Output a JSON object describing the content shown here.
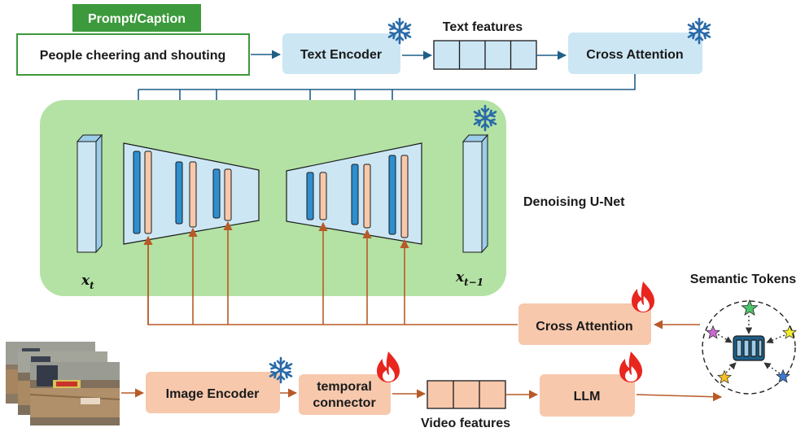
{
  "prompt": {
    "tag_label": "Prompt/Caption",
    "text": "People cheering and shouting"
  },
  "blocks": {
    "text_encoder": "Text Encoder",
    "text_features": "Text features",
    "cross_attention_top": "Cross Attention",
    "unet_label": "Denoising U-Net",
    "x_t": "x",
    "x_t_sub": "t",
    "x_t1": "x",
    "x_t1_sub": "t−1",
    "semantic_tokens": "Semantic Tokens",
    "cross_attention_bottom": "Cross Attention",
    "image_encoder": "Image Encoder",
    "temporal_connector_line1": "temporal",
    "temporal_connector_line2": "connector",
    "llm": "LLM",
    "video_features": "Video features"
  },
  "icons": {
    "frozen": "snowflake-icon",
    "trainable": "flame-icon"
  },
  "colors": {
    "blue_box": "#cce6f4",
    "salmon_box": "#f7c8ac",
    "green_tag": "#3c9a3c",
    "unet_bg": "#b3e2a4",
    "blue_arrow": "#1f5f87",
    "orange_arrow": "#b85a28",
    "snowflake": "#2a6aa8",
    "flame": "#e8261e"
  }
}
